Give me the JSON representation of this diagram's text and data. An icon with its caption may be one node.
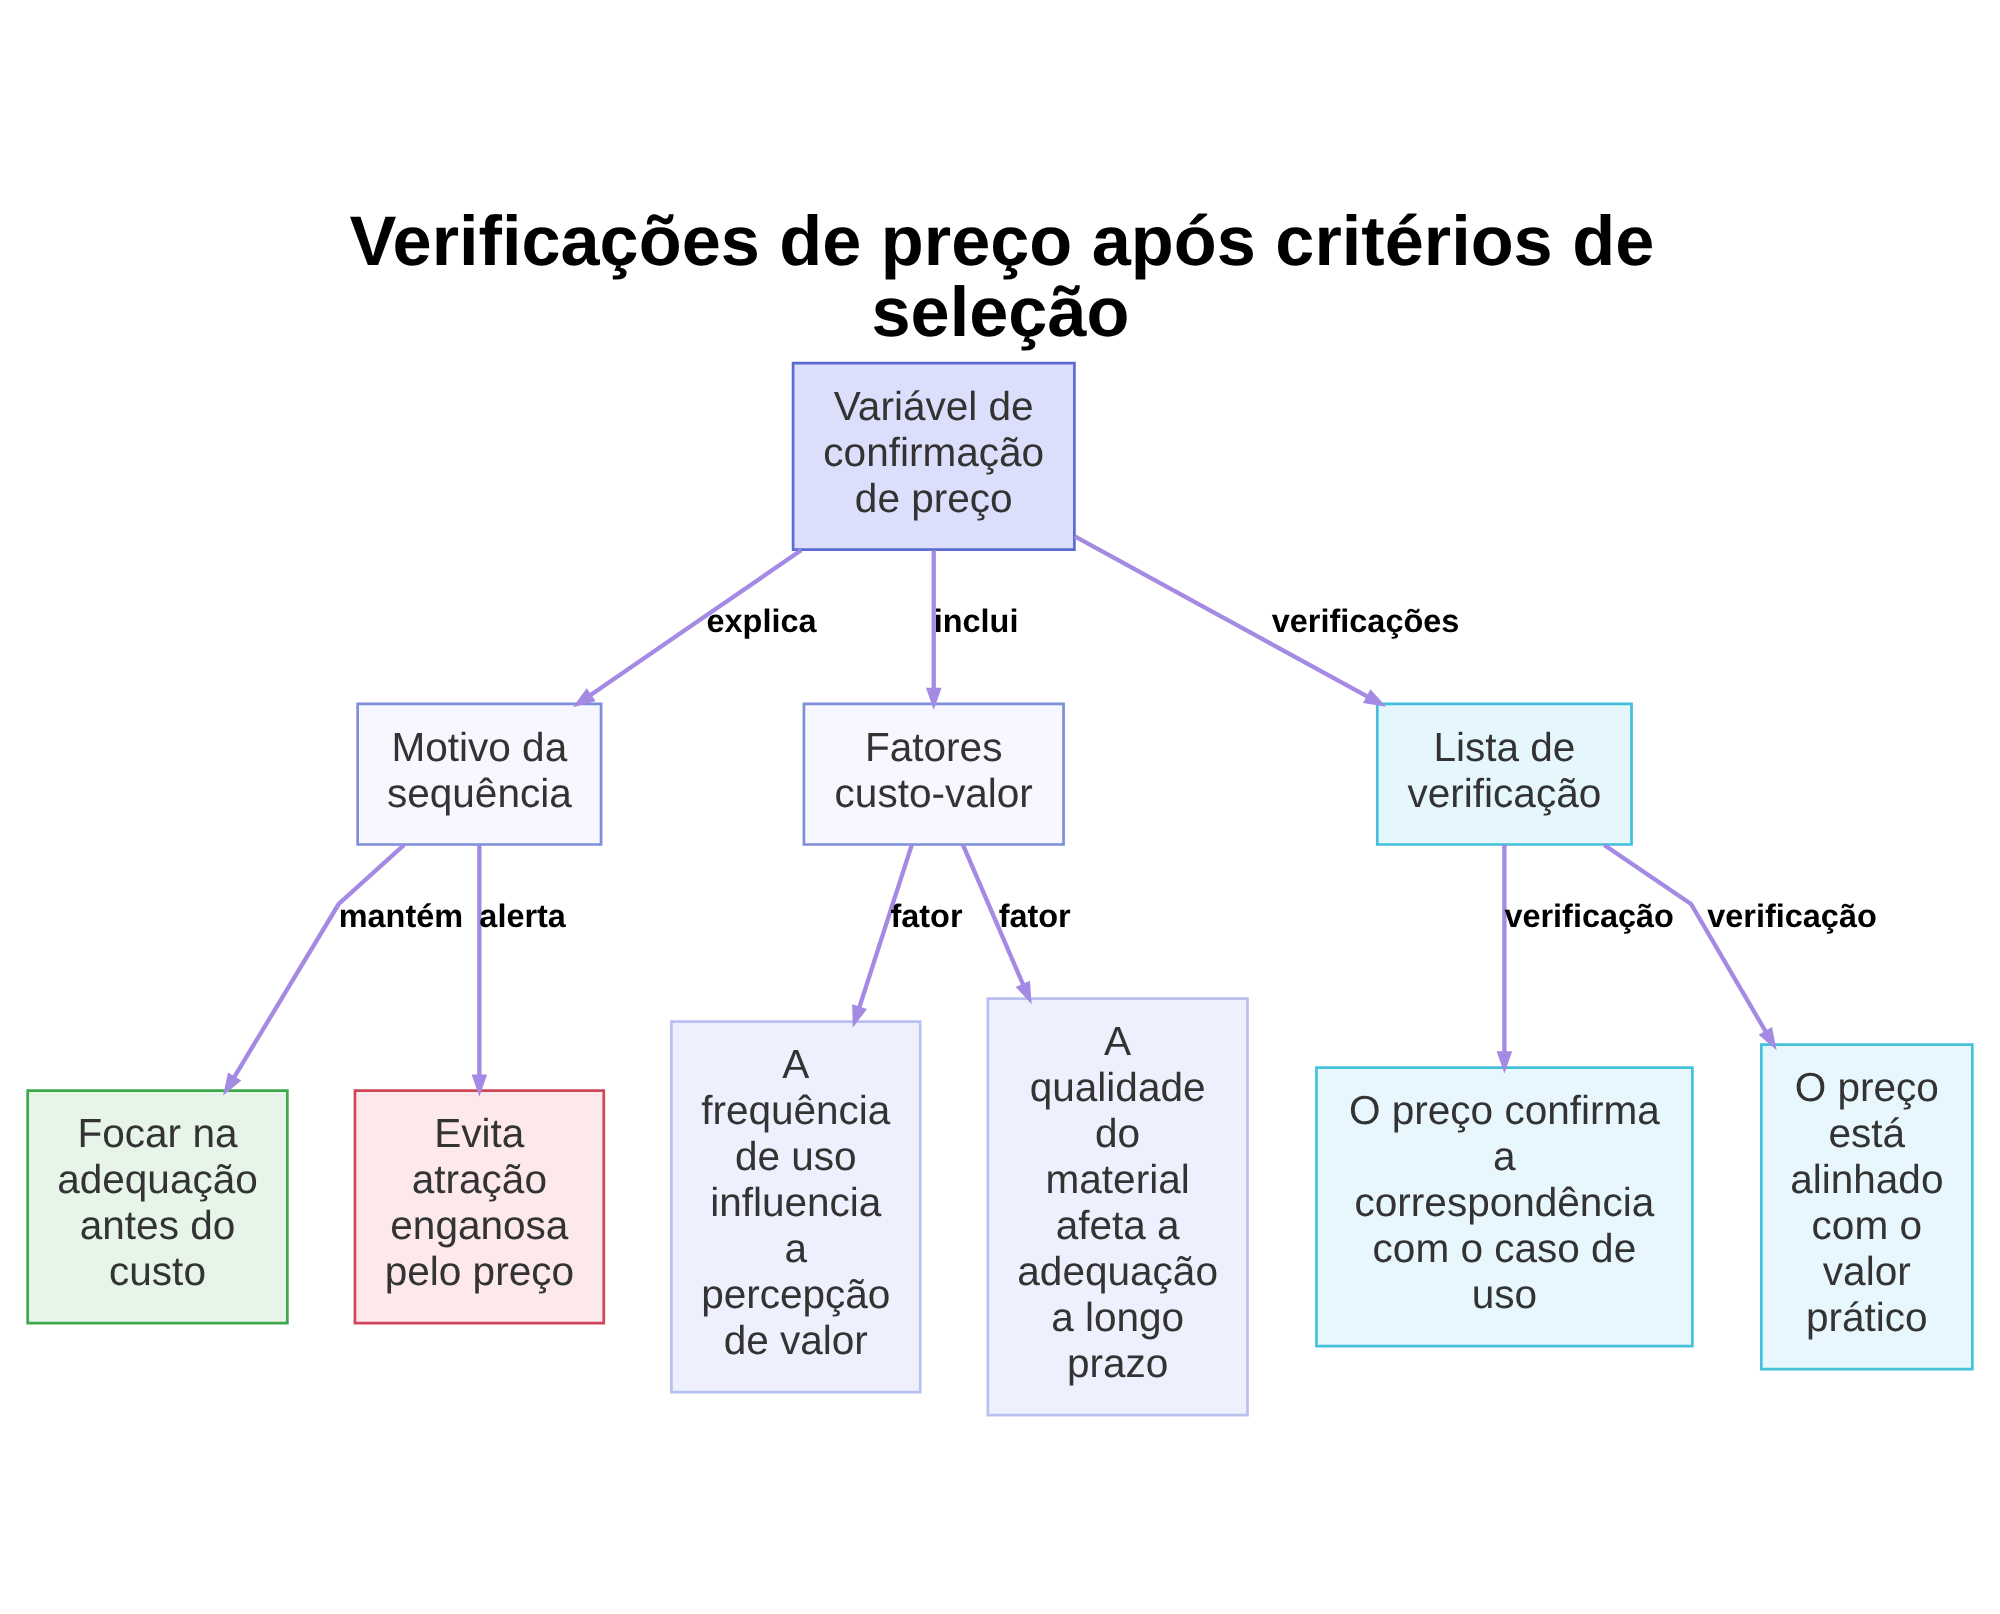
{
  "diagram": {
    "title": "Verificações de preço após critérios de seleção",
    "nodes": [
      {
        "text": [
          "Variável de confirmação de preço"
        ]
      },
      {
        "text": [
          "Motivo da sequência"
        ]
      },
      {
        "text": [
          "Fatores custo-valor"
        ]
      },
      {
        "text": [
          "Lista de verificação"
        ]
      },
      {
        "text": [
          "Focar na adequação antes do custo"
        ]
      },
      {
        "text": [
          "Evita atração enganosa pelo preço"
        ]
      },
      {
        "text": [
          "A frequência de uso influencia a percepção de valor"
        ]
      },
      {
        "text": [
          "A qualidade do material afeta a adequação a longo prazo"
        ]
      },
      {
        "text": [
          "O preço confirma a correspondência com o caso de uso"
        ]
      },
      {
        "text": [
          "O preço está alinhado com o valor prático"
        ]
      }
    ],
    "edges": [
      {
        "from": 0,
        "to": 1,
        "arrow": "to",
        "label": "explica"
      },
      {
        "from": 0,
        "to": 2,
        "arrow": "to",
        "label": "inclui"
      },
      {
        "from": 0,
        "to": 3,
        "arrow": "to",
        "label": "verificações"
      },
      {
        "from": 1,
        "to": 4,
        "arrow": "to",
        "label": "mantém"
      },
      {
        "from": 1,
        "to": 5,
        "arrow": "to",
        "label": "alerta"
      },
      {
        "from": 2,
        "to": 6,
        "arrow": "to",
        "label": "fator"
      },
      {
        "from": 2,
        "to": 7,
        "arrow": "to",
        "label": "fator"
      },
      {
        "from": 3,
        "to": 8,
        "arrow": "to",
        "label": "verificação"
      },
      {
        "from": 3,
        "to": 9,
        "arrow": "to",
        "label": "verificação"
      }
    ]
  }
}
